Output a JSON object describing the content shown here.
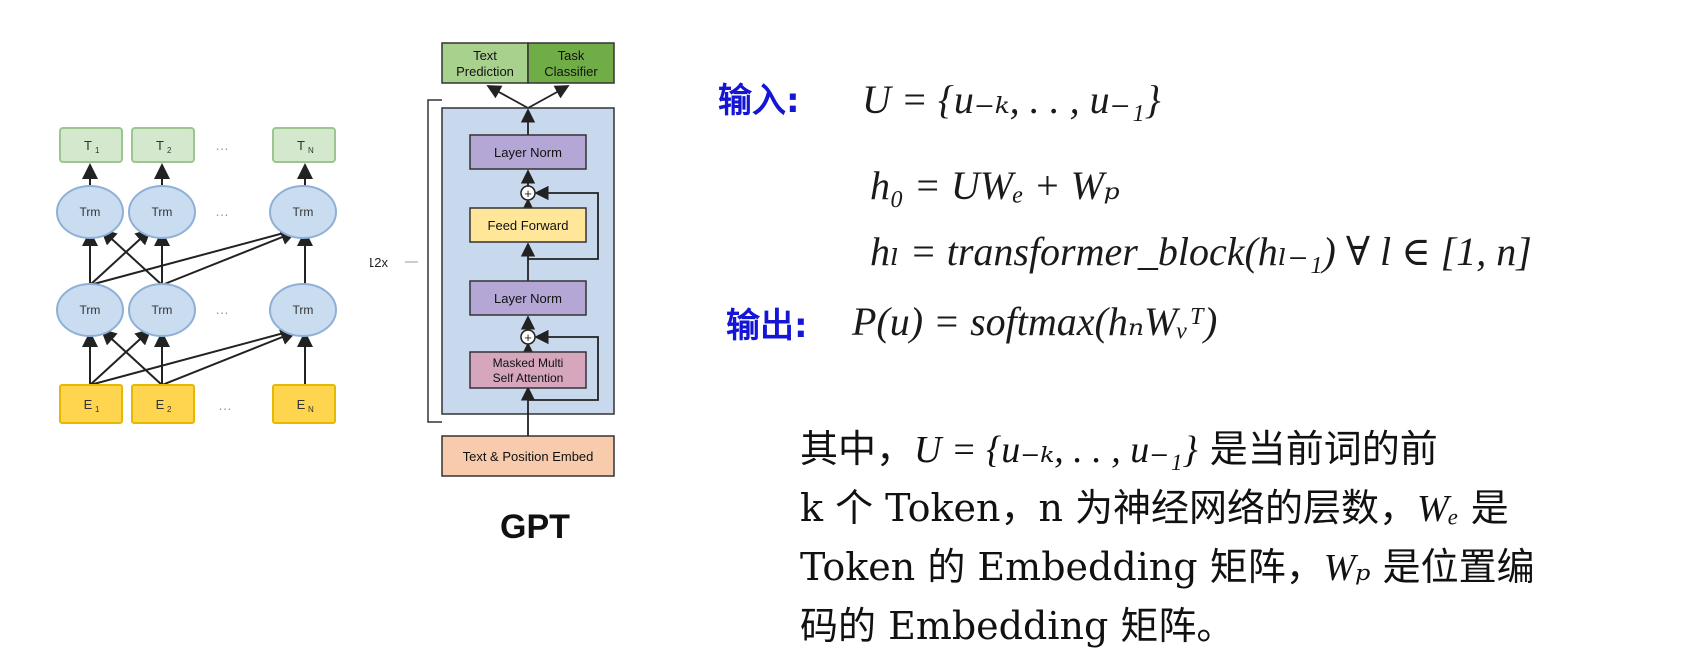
{
  "bert_diagram": {
    "top_labels": [
      "T",
      "T",
      "…",
      "T"
    ],
    "top_subs": [
      "1",
      "2",
      "",
      "N"
    ],
    "trm_label": "Trm",
    "ellipsis": "…",
    "bottom_labels": [
      "E",
      "E",
      "…",
      "E"
    ],
    "bottom_subs": [
      "1",
      "2",
      "",
      "N"
    ]
  },
  "gpt_diagram": {
    "output_text_prediction": [
      "Text",
      "Prediction"
    ],
    "output_task_classifier": [
      "Task",
      "Classifier"
    ],
    "repeat_label": "12x",
    "layer_norm_top": "Layer Norm",
    "feed_forward": "Feed Forward",
    "layer_norm_bottom": "Layer Norm",
    "masked_attention": [
      "Masked Multi",
      "Self Attention"
    ],
    "embed": "Text & Position Embed",
    "plus_symbol": "+",
    "title": "GPT",
    "colors": {
      "output_green": "#a9d18e",
      "block_bg": "#c8d9ee",
      "purple": "#b4a7d6",
      "yellow": "#ffe699",
      "pink": "#d5a6bd",
      "peach": "#f8cbad"
    }
  },
  "formulas": {
    "input_label": "输入:",
    "eq_input": "U = {u₋ₖ, . . , u₋₁}",
    "eq_h0": "h₀ = UWₑ + Wₚ",
    "eq_hl": "hₗ = transformer_block(hₗ₋₁)   ∀ l ∈ [1, n]",
    "output_label": "输出:",
    "eq_output": "P(u) = softmax(hₙWᵥᵀ)"
  },
  "explanation": {
    "line1": [
      "其中，",
      "U = {u₋ₖ, . . , u₋₁}",
      " 是当前词的前"
    ],
    "line2": [
      "k 个 Token，n 为神经网络的层数，",
      "Wₑ",
      " 是"
    ],
    "line3": [
      "Token 的 Embedding 矩阵，",
      "Wₚ",
      "  是位置编"
    ],
    "line4": [
      "码的 Embedding 矩阵。"
    ]
  }
}
